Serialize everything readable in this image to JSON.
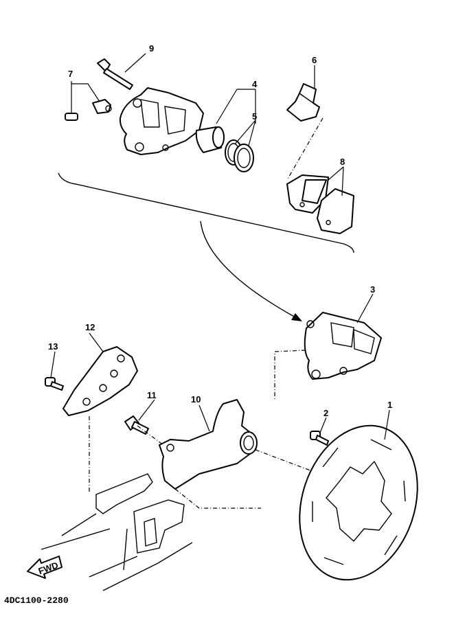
{
  "callouts": [
    "1",
    "2",
    "3",
    "4",
    "5",
    "6",
    "7",
    "8",
    "9",
    "10",
    "11",
    "12",
    "13"
  ],
  "diagram_code": "4DC1100-2280",
  "fwd_label": "FWD"
}
